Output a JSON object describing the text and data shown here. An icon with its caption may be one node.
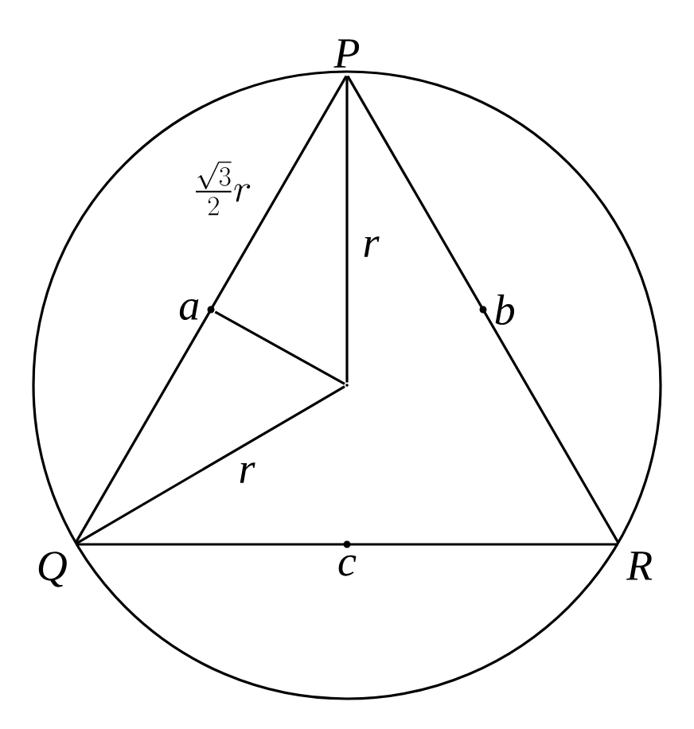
{
  "diagram": {
    "nodes": [
      {
        "text": [
          "P"
        ]
      },
      {
        "text": [
          "Q"
        ]
      },
      {
        "text": [
          "R"
        ]
      },
      {
        "text": [
          "a"
        ]
      },
      {
        "text": [
          "b"
        ]
      },
      {
        "text": [
          "c"
        ]
      },
      {
        "text": [],
        "shape": "point"
      }
    ],
    "edges": [
      {
        "from": 0,
        "to": 1,
        "arrow": "none"
      },
      {
        "from": 1,
        "to": 2,
        "arrow": "none"
      },
      {
        "from": 2,
        "to": 0,
        "arrow": "none"
      },
      {
        "from": 6,
        "to": 0,
        "arrow": "none",
        "label": "r"
      },
      {
        "from": 6,
        "to": 1,
        "arrow": "none",
        "label": "r"
      },
      {
        "from": 6,
        "to": 3,
        "arrow": "none"
      }
    ],
    "labels": [
      "\\frac{\\sqrt{3}}{2}r"
    ]
  }
}
